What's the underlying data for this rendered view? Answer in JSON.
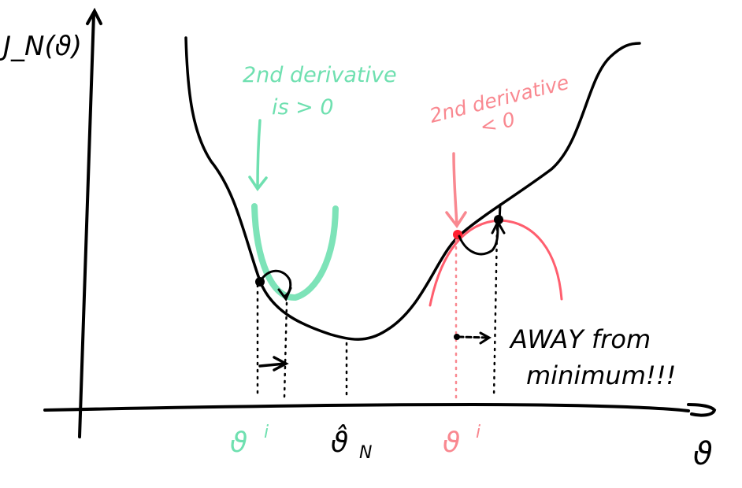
{
  "axes": {
    "ylabel": "J_N(ϑ)",
    "xlabel": "ϑ"
  },
  "annotations": {
    "green_line1": "2nd derivative",
    "green_line2": "is > 0",
    "red_line1": "2nd derivative",
    "red_line2": "< 0",
    "away_line1": "AWAY from",
    "away_line2": "minimum!!!"
  },
  "ticks": {
    "green": "ϑ",
    "green_sup": "i",
    "optimum": "ϑ̂",
    "optimum_sub": "N",
    "red": "ϑ",
    "red_sup": "i"
  },
  "colors": {
    "ink": "#000000",
    "green": "#6fe0b0",
    "red": "#ff4d5e",
    "red_light": "#f98890",
    "background": "#ffffff"
  }
}
